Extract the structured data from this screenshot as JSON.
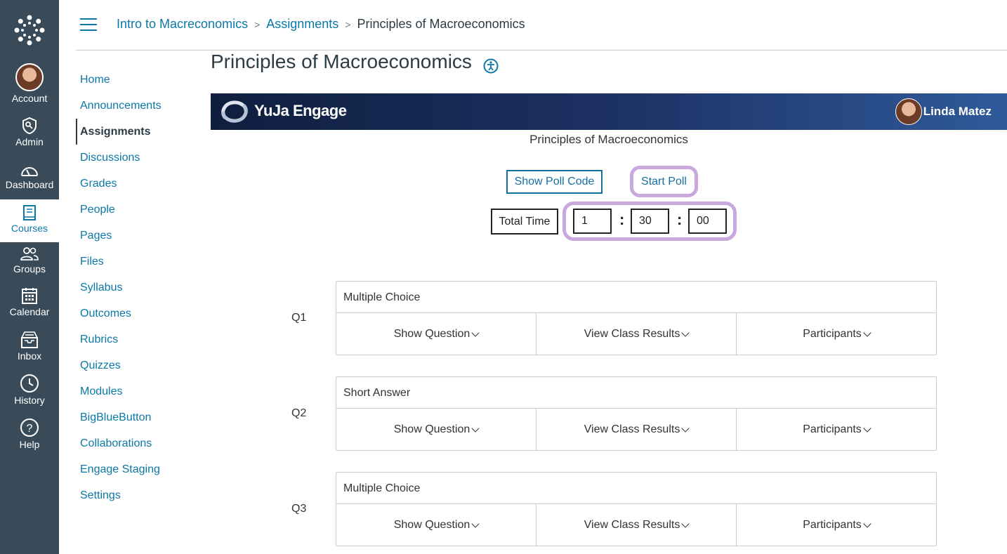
{
  "global_nav": {
    "items": [
      {
        "label": "Account",
        "icon": "avatar"
      },
      {
        "label": "Admin",
        "icon": "shield-icon"
      },
      {
        "label": "Dashboard",
        "icon": "speedometer-icon"
      },
      {
        "label": "Courses",
        "icon": "book-icon",
        "active": true
      },
      {
        "label": "Groups",
        "icon": "users-icon"
      },
      {
        "label": "Calendar",
        "icon": "calendar-icon"
      },
      {
        "label": "Inbox",
        "icon": "inbox-icon"
      },
      {
        "label": "History",
        "icon": "clock-icon"
      },
      {
        "label": "Help",
        "icon": "help-icon"
      }
    ]
  },
  "breadcrumb": {
    "course": "Intro to Macreconomics",
    "section": "Assignments",
    "current": "Principles of Macroeconomics"
  },
  "course_nav": {
    "items": [
      "Home",
      "Announcements",
      "Assignments",
      "Discussions",
      "Grades",
      "People",
      "Pages",
      "Files",
      "Syllabus",
      "Outcomes",
      "Rubrics",
      "Quizzes",
      "Modules",
      "BigBlueButton",
      "Collaborations",
      "Engage Staging",
      "Settings"
    ],
    "active": "Assignments"
  },
  "page": {
    "title": "Principles of Macroeconomics"
  },
  "yuja": {
    "brand": "YuJa Engage",
    "user_name": "Linda Matez",
    "course_title": "Principles of Macroeconomics",
    "show_poll_code_label": "Show Poll Code",
    "start_poll_label": "Start Poll",
    "total_time_label": "Total Time",
    "time": {
      "hours": "1",
      "minutes": "30",
      "seconds": "00"
    },
    "colon": ":"
  },
  "questions": [
    {
      "label": "Q1",
      "type": "Multiple Choice",
      "show_question": "Show Question",
      "view_results": "View Class Results",
      "participants": "Participants"
    },
    {
      "label": "Q2",
      "type": "Short Answer",
      "show_question": "Show Question",
      "view_results": "View Class Results",
      "participants": "Participants"
    },
    {
      "label": "Q3",
      "type": "Multiple Choice",
      "show_question": "Show Question",
      "view_results": "View Class Results",
      "participants": "Participants"
    }
  ],
  "colors": {
    "nav_bg": "#394b58",
    "link": "#0b78a7",
    "highlight": "#c9a8e0",
    "yuja_bar": "#1c3163"
  }
}
